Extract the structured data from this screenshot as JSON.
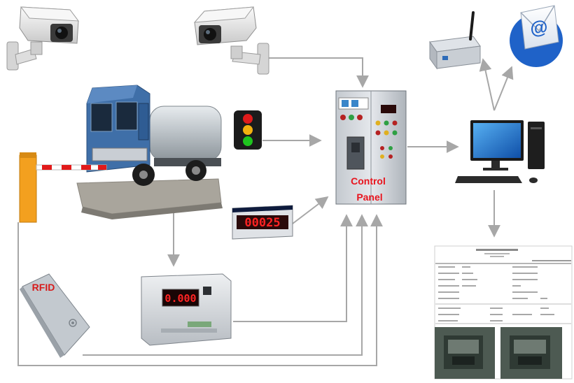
{
  "control_panel": {
    "label_line1": "Control",
    "label_line2": "Panel"
  },
  "rfid": {
    "label": "RFID"
  },
  "weigh_indicator": {
    "display": "0.000"
  },
  "remote_display": {
    "display": "00025"
  },
  "colors": {
    "connector": "#a7a7a7",
    "arrow_head": "#a7a7a7",
    "panel_label": "#e8141e",
    "rfid_label": "#d71b1b",
    "led_red": "#e11a1a",
    "traffic_red": "#e01b1b",
    "traffic_amber": "#f2b10f",
    "traffic_green": "#1ec41e",
    "barrier_orange": "#f3a01f",
    "email_blue": "#1f62c8"
  }
}
